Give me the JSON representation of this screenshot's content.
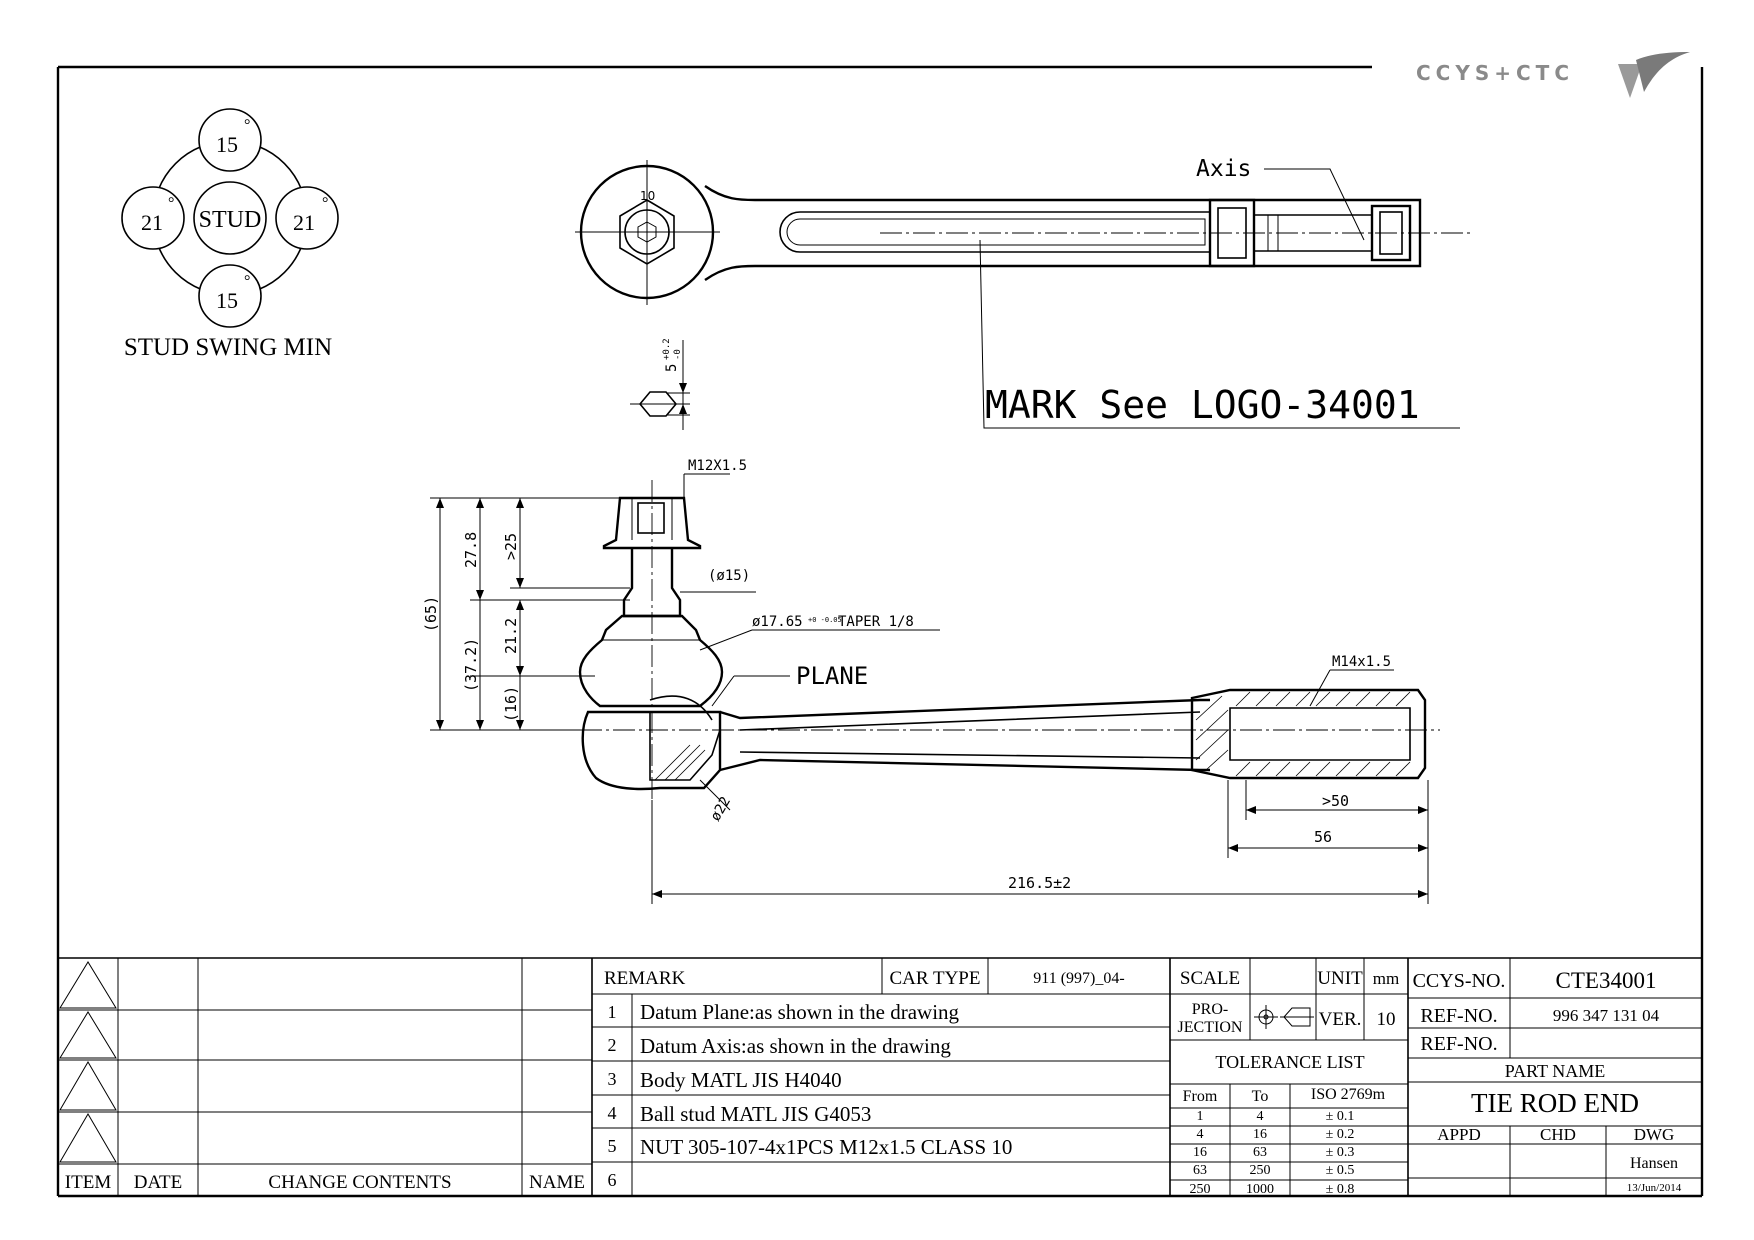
{
  "logo": {
    "text": "CCYS+CTC"
  },
  "stud_swing": {
    "top": "15",
    "bottom": "15",
    "left": "21",
    "right": "21",
    "degree": "°",
    "center": "STUD",
    "caption": "STUD SWING MIN"
  },
  "top_view": {
    "axis_label": "Axis",
    "hex_label": "10",
    "mark_label": "MARK See LOGO-34001",
    "tol_dim": "5",
    "tol_upper": "+0.2",
    "tol_lower": "-0"
  },
  "side_view": {
    "thread_top": "M12X1.5",
    "dia_15": "(ø15)",
    "taper": "ø17.65",
    "taper_tol": "+0 -0.05",
    "taper_note": "TAPER 1/8",
    "plane": "PLANE",
    "thread_end": "M14x1.5",
    "dim_65": "(65)",
    "dim_278": "27.8",
    "dim_25": ">25",
    "dim_372": "(37.2)",
    "dim_212": "21.2",
    "dim_16": "(16)",
    "dim_22": "ø22",
    "dim_50": ">50",
    "dim_56": "56",
    "dim_total": "216.5±2"
  },
  "revision": {
    "headers": [
      "ITEM",
      "DATE",
      "CHANGE CONTENTS",
      "NAME"
    ]
  },
  "remarks": {
    "label": "REMARK",
    "car_type_label": "CAR TYPE",
    "car_type": "911 (997)_04-",
    "items": [
      {
        "no": "1",
        "text": "Datum Plane:as shown in the drawing"
      },
      {
        "no": "2",
        "text": "Datum Axis:as shown in the drawing"
      },
      {
        "no": "3",
        "text": "Body MATL JIS H4040"
      },
      {
        "no": "4",
        "text": "Ball stud MATL JIS G4053"
      },
      {
        "no": "5",
        "text": "NUT 305-107-4x1PCS M12x1.5 CLASS 10"
      },
      {
        "no": "6",
        "text": ""
      }
    ]
  },
  "scale_block": {
    "scale_label": "SCALE",
    "unit_label": "UNIT",
    "unit": "mm",
    "projection_label_1": "PRO-",
    "projection_label_2": "JECTION",
    "ver_label": "VER.",
    "ver": "10",
    "tolerance_title": "TOLERANCE LIST",
    "tol_headers": [
      "From",
      "To",
      "ISO 2769m"
    ],
    "tol_rows": [
      [
        "1",
        "4",
        "± 0.1"
      ],
      [
        "4",
        "16",
        "± 0.2"
      ],
      [
        "16",
        "63",
        "± 0.3"
      ],
      [
        "63",
        "250",
        "± 0.5"
      ],
      [
        "250",
        "1000",
        "± 0.8"
      ]
    ]
  },
  "title_block": {
    "ccys_no_label": "CCYS-NO.",
    "ccys_no": "CTE34001",
    "ref_no_label": "REF-NO.",
    "ref_no": "996 347 131 04",
    "ref_no2_label": "REF-NO.",
    "ref_no2": "",
    "part_name_label": "PART NAME",
    "part_name": "TIE ROD END",
    "appd_label": "APPD",
    "chd_label": "CHD",
    "dwg_label": "DWG",
    "drawn_by": "Hansen",
    "date": "13/Jun/2014"
  }
}
